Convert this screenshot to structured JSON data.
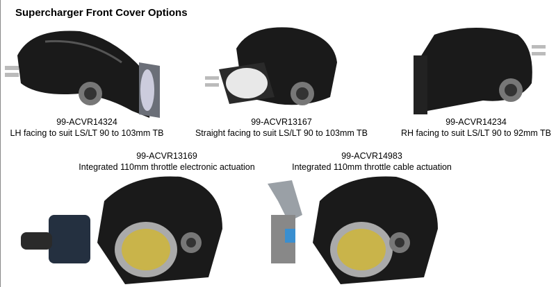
{
  "title": "Supercharger Front Cover Options",
  "products": [
    {
      "part": "99-ACVR14324",
      "desc": "LH facing to suit LS/LT 90 to 103mm TB"
    },
    {
      "part": "99-ACVR13167",
      "desc": "Straight facing to suit LS/LT 90 to 103mm TB"
    },
    {
      "part": "99-ACVR14234",
      "desc": "RH facing to suit LS/LT 90 to 92mm TB"
    },
    {
      "part": "99-ACVR13169",
      "desc": "Integrated 110mm throttle electronic actuation"
    },
    {
      "part": "99-ACVR14983",
      "desc": "Integrated 110mm throttle cable actuation"
    }
  ]
}
